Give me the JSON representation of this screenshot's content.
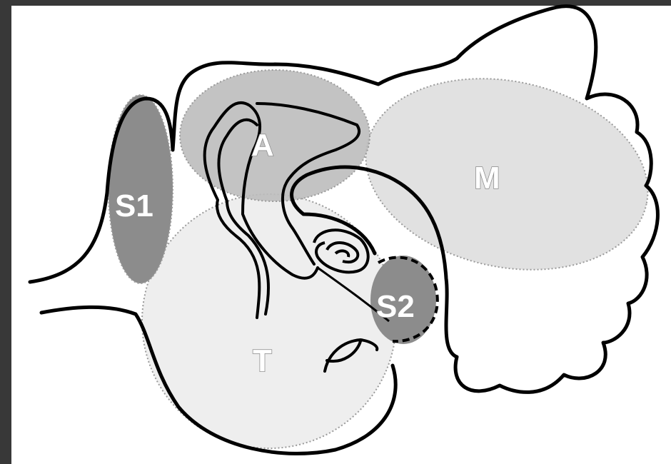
{
  "labels": {
    "s1": "S1",
    "a": "A",
    "m": "M",
    "s2": "S2",
    "t": "T"
  },
  "colors": {
    "background_frame": "#383838",
    "canvas": "#ffffff",
    "outline": "#000000",
    "region_dark": "#8c8c8c",
    "region_mid": "#bdbdbd",
    "region_light": "#dcdcdc",
    "region_lightest": "#ececec"
  }
}
